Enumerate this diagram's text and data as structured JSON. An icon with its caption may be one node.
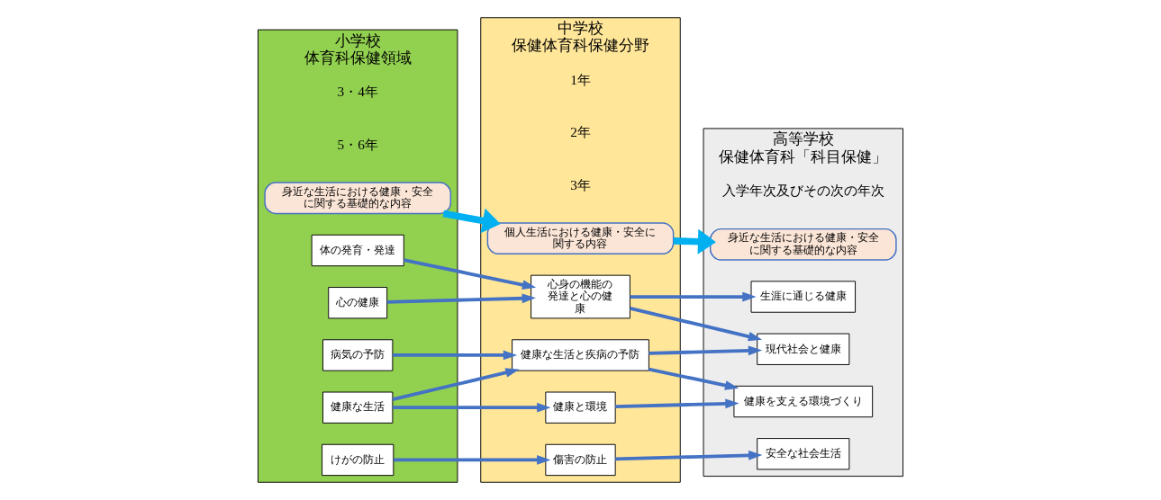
{
  "diagram": {
    "nodes": [
      {
        "text": [
          "小学校",
          "体育科保健領域"
        ]
      },
      {
        "text": [
          "3・4年"
        ],
        "in": 0
      },
      {
        "text": [
          "5・6年"
        ],
        "in": 0
      },
      {
        "text": [
          "身近な生活における健康・安全に関する基礎的な内容"
        ],
        "in": 0
      },
      {
        "text": [
          "健康な生活"
        ],
        "in": 0
      },
      {
        "text": [
          "体の発育・発達"
        ],
        "in": 0
      },
      {
        "text": [
          "心の健康"
        ],
        "in": 0
      },
      {
        "text": [
          "けがの防止"
        ],
        "in": 0
      },
      {
        "text": [
          "病気の予防"
        ],
        "in": 0
      },
      {
        "text": [
          "中学校",
          "保健体育科保健分野"
        ]
      },
      {
        "text": [
          "1年"
        ],
        "in": 9
      },
      {
        "text": [
          "2年"
        ],
        "in": 9
      },
      {
        "text": [
          "3年"
        ],
        "in": 9
      },
      {
        "text": [
          "個人生活における健康・安全に関する内容"
        ],
        "in": 9
      },
      {
        "text": [
          "健康な生活と疾病の予防"
        ],
        "in": 9
      },
      {
        "text": [
          "心身の機能の発達と心の健康"
        ],
        "in": 9
      },
      {
        "text": [
          "傷害の防止"
        ],
        "in": 9
      },
      {
        "text": [
          "健康と環境"
        ],
        "in": 9
      },
      {
        "text": [
          "高等学校",
          "保健体育科「科目保健」"
        ]
      },
      {
        "text": [
          "入学年次及びその次の年次"
        ],
        "in": 18
      },
      {
        "text": [
          "身近な生活における健康・安全に関する基礎的な内容"
        ],
        "in": 18
      },
      {
        "text": [
          "現代社会と健康"
        ],
        "in": 18
      },
      {
        "text": [
          "安全な社会生活"
        ],
        "in": 18
      },
      {
        "text": [
          "生涯に通じる健康"
        ],
        "in": 18
      },
      {
        "text": [
          "健康を支える環境づくり"
        ],
        "in": 18
      }
    ],
    "edges": [
      {
        "from": 3,
        "to": 13,
        "arrow": "to",
        "style": "thick",
        "color": "#00b0f0"
      },
      {
        "from": 13,
        "to": 20,
        "arrow": "to",
        "style": "thick",
        "color": "#00b0f0"
      },
      {
        "from": 4,
        "to": 14,
        "arrow": "to"
      },
      {
        "from": 4,
        "to": 17,
        "arrow": "to"
      },
      {
        "from": 5,
        "to": 15,
        "arrow": "to"
      },
      {
        "from": 6,
        "to": 15,
        "arrow": "to"
      },
      {
        "from": 7,
        "to": 16,
        "arrow": "to"
      },
      {
        "from": 8,
        "to": 14,
        "arrow": "to"
      },
      {
        "from": 14,
        "to": 21,
        "arrow": "to"
      },
      {
        "from": 14,
        "to": 24,
        "arrow": "to"
      },
      {
        "from": 15,
        "to": 21,
        "arrow": "to"
      },
      {
        "from": 15,
        "to": 23,
        "arrow": "to"
      },
      {
        "from": 16,
        "to": 22,
        "arrow": "to"
      },
      {
        "from": 17,
        "to": 24,
        "arrow": "to"
      }
    ]
  }
}
